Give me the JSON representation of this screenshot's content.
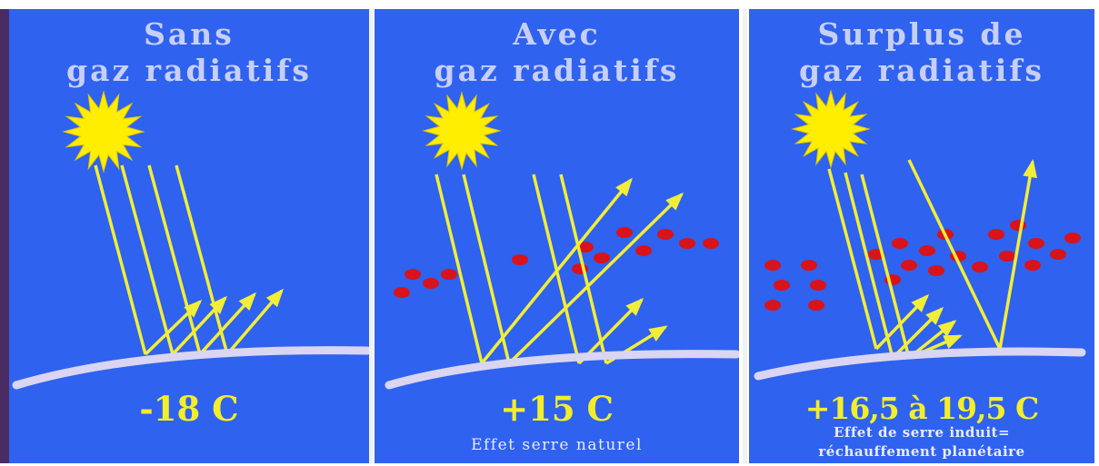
{
  "colors": {
    "background": "#2f62ee",
    "title_text": "#c7cff6",
    "temperature_text": "#f4ee2a",
    "sun": "#ffee00",
    "rays": "#f2ee38",
    "gas_molecules": "#d8131a",
    "ground": "#d9d5f2",
    "divider": "#f2f2f2"
  },
  "panels": [
    {
      "title_line1": "Sans",
      "title_line2": "gaz radiatifs",
      "temperature": "-18 C",
      "note_line1": "",
      "note_line2": ""
    },
    {
      "title_line1": "Avec",
      "title_line2": "gaz radiatifs",
      "temperature": "+15 C",
      "note_line1": "Effet serre naturel",
      "note_line2": ""
    },
    {
      "title_line1": "Surplus de",
      "title_line2": "gaz radiatifs",
      "temperature": "+16,5 à 19,5 C",
      "note_line1": "Effet de serre induit=",
      "note_line2": "réchauffement planétaire"
    }
  ]
}
